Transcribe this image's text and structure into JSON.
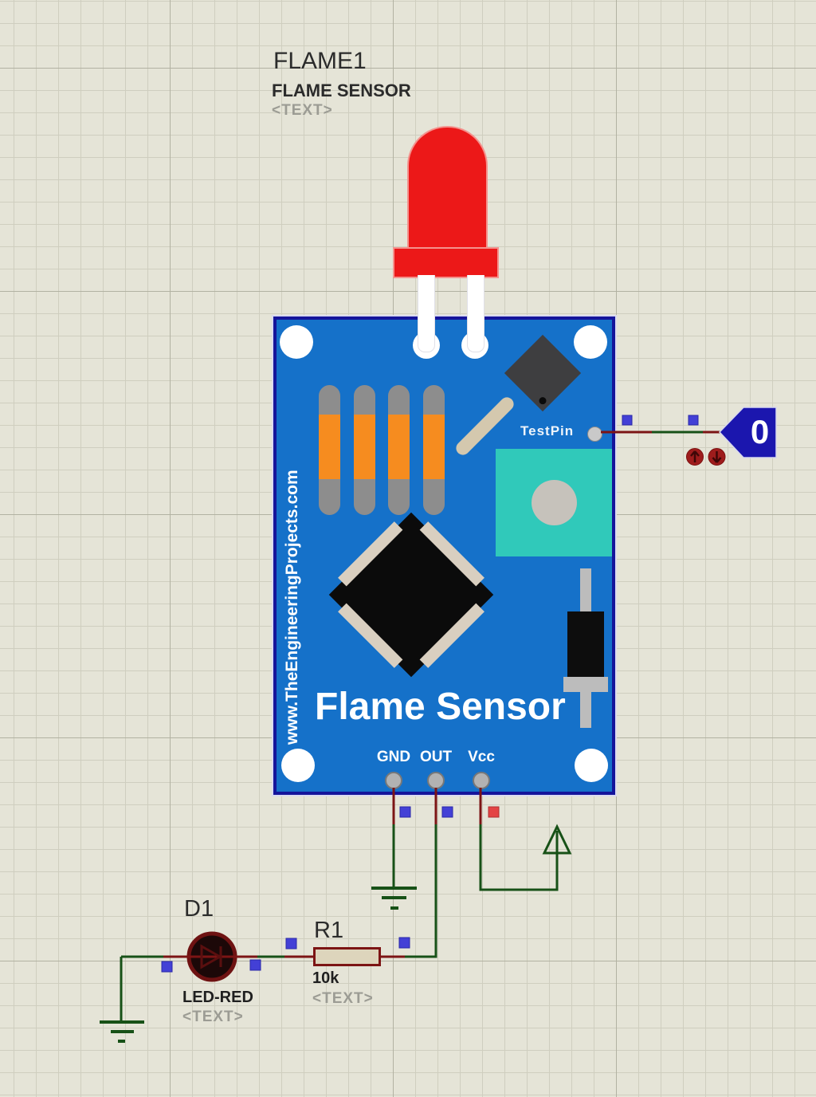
{
  "module": {
    "ref": "FLAME1",
    "part": "FLAME SENSOR",
    "placeholder": "<TEXT>",
    "board_title": "Flame Sensor",
    "website": "www.TheEngineeringProjects.com",
    "test_pin_label": "TestPin",
    "pins": [
      "GND",
      "OUT",
      "Vcc"
    ],
    "board_color": "#1571c9",
    "board_border_color": "#15149b",
    "silkscreen_color": "#ffffff"
  },
  "probe": {
    "value": "0",
    "body_color": "#1b16ae"
  },
  "d1": {
    "ref": "D1",
    "part": "LED-RED",
    "placeholder": "<TEXT>"
  },
  "r1": {
    "ref": "R1",
    "value": "10k",
    "placeholder": "<TEXT>"
  },
  "colors": {
    "wire_net": "#175117",
    "wire_pin_stub": "#7c1414",
    "junction_square_blue": "#4340d6",
    "junction_square_red": "#e34444",
    "led_red": "#ec1818",
    "grid_bg": "#e5e4d7"
  }
}
